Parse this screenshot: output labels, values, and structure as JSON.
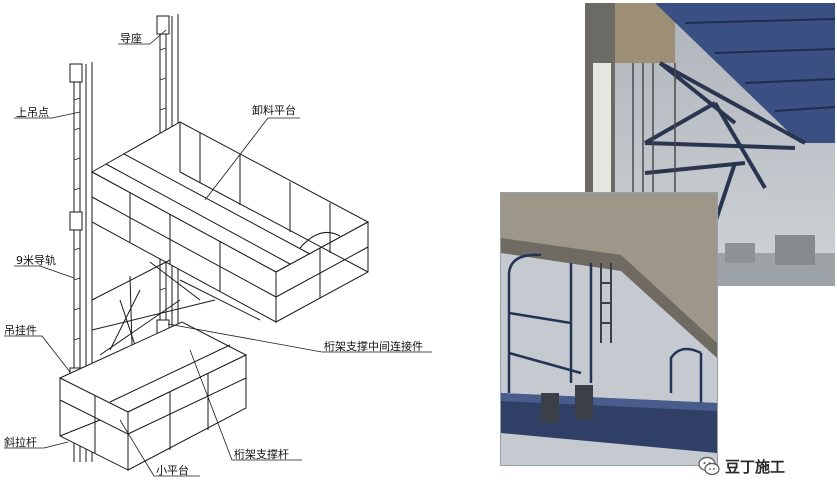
{
  "drawing": {
    "labels": {
      "guide_seat": "导座",
      "upper_hanging_point": "上吊点",
      "unloading_platform": "卸料平台",
      "guide_rail_9m": "9米导轨",
      "hanging_piece": "吊挂件",
      "truss_middle_connector": "桁架支撑中间连接件",
      "diagonal_rod": "斜拉杆",
      "truss_support_rod": "桁架支撑杆",
      "small_platform": "小平台"
    }
  },
  "photos": {
    "watermark": "豆丁施工"
  },
  "colors": {
    "line": "#1a1a1a",
    "platform_blue": "#2c3f66",
    "concrete": "#8f8a80",
    "sky": "#c7ccd2"
  }
}
